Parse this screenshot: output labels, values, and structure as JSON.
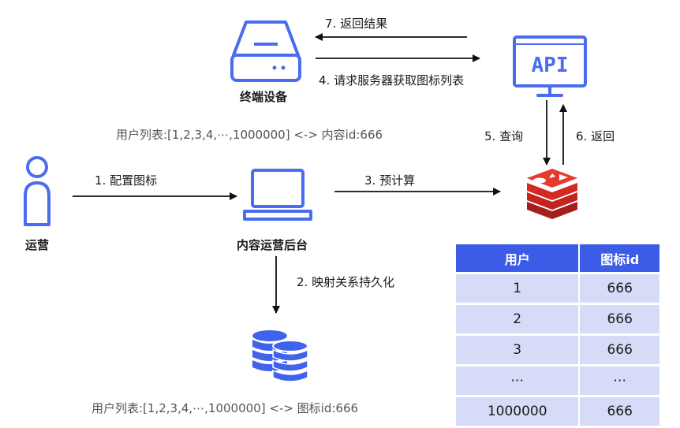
{
  "colors": {
    "accent": "#4a6cf0",
    "arrow": "#111111",
    "header_bg": "#3c5ce8",
    "row_bg": "#d6dcf7",
    "redis": "#d22b23"
  },
  "nodes": {
    "terminal": "终端设备",
    "operator": "运营",
    "backend": "内容运营后台",
    "api": "API"
  },
  "arrows": {
    "return_result": "7. 返回结果",
    "request_icons": "4. 请求服务器获取图标列表",
    "query": "5. 查询",
    "return": "6. 返回",
    "configure_icon": "1. 配置图标",
    "precompute": "3. 预计算",
    "persist_mapping": "2. 映射关系持久化"
  },
  "mappings": {
    "top": "用户列表:[1,2,3,4,⋯,1000000]  <-> 内容id:666",
    "bottom": "用户列表:[1,2,3,4,⋯,1000000]  <-> 图标id:666"
  },
  "table": {
    "headers": [
      "用户",
      "图标id"
    ],
    "rows": [
      [
        "1",
        "666"
      ],
      [
        "2",
        "666"
      ],
      [
        "3",
        "666"
      ],
      [
        "⋯",
        "⋯"
      ],
      [
        "1000000",
        "666"
      ]
    ]
  },
  "icons": [
    "server-icon",
    "monitor-api-icon",
    "person-icon",
    "laptop-icon",
    "redis-icon",
    "database-icon"
  ]
}
